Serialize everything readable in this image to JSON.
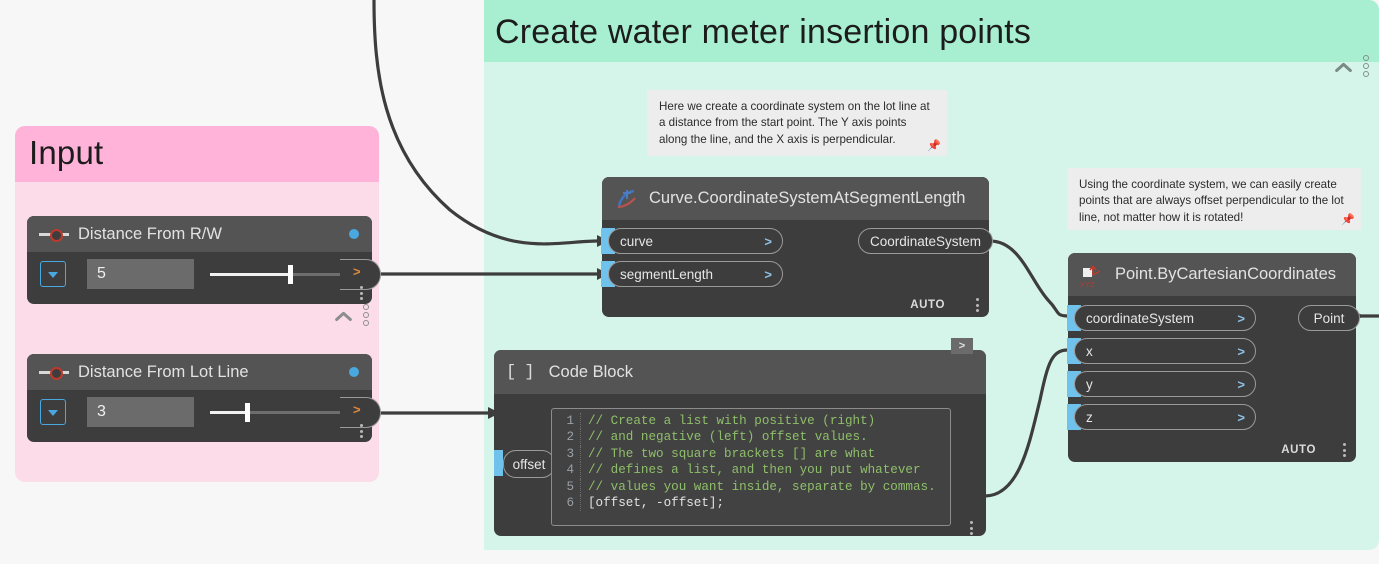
{
  "canvas": {
    "background": "#f7f7f7"
  },
  "groups": {
    "green": {
      "title": "Create water meter insertion points",
      "header_color": "#a8efd2",
      "body_color": "#d6f5ea",
      "collapse_icon": "chevron-up-icon",
      "menu_icon": "more-options-icon"
    },
    "pink": {
      "title": "Input",
      "header_color": "#ffb3d9",
      "body_color": "#fcdce9",
      "collapse_icon": "chevron-up-icon",
      "menu_icon": "more-options-icon"
    }
  },
  "notes": [
    {
      "text": "Here we create a coordinate system on the lot line at a distance from the start point. The Y axis points along the line, and the X axis is perpendicular.",
      "pin_icon": "pushpin-icon"
    },
    {
      "text": "Using the coordinate system, we can easily create points that are always offset perpendicular to the lot line, not matter how it is rotated!",
      "pin_icon": "pushpin-icon"
    }
  ],
  "sliders": [
    {
      "title": "Distance From R/W",
      "icon": "slider-icon",
      "value": "5",
      "handle_pct": 58,
      "dropdown_icon": "chevron-down-icon",
      "output_caret": ">",
      "state_dot_color": "#4aa8e0"
    },
    {
      "title": "Distance From Lot Line",
      "icon": "slider-icon",
      "value": "3",
      "handle_pct": 27,
      "dropdown_icon": "chevron-down-icon",
      "output_caret": ">",
      "state_dot_color": "#4aa8e0"
    }
  ],
  "nodes": {
    "coordsys": {
      "title": "Curve.CoordinateSystemAtSegmentLength",
      "icon": "curve-icon",
      "inputs": [
        {
          "label": "curve",
          "caret": ">"
        },
        {
          "label": "segmentLength",
          "caret": ">"
        }
      ],
      "outputs": [
        {
          "label": "CoordinateSystem"
        }
      ],
      "run_mode": "AUTO",
      "menu_icon": "more-options-icon"
    },
    "codeblock": {
      "title": "Code Block",
      "icon": "code-block-icon",
      "icon_text": "[ ]",
      "input_label": "offset",
      "output_caret": ">",
      "menu_icon": "more-options-icon",
      "lines": [
        {
          "n": "1",
          "text": "// Create a list with positive (right)",
          "kind": "comment"
        },
        {
          "n": "2",
          "text": "// and negative (left) offset values.",
          "kind": "comment"
        },
        {
          "n": "3",
          "text": "// The two square brackets [] are what",
          "kind": "comment"
        },
        {
          "n": "4",
          "text": "// defines a list, and then you put whatever",
          "kind": "comment"
        },
        {
          "n": "5",
          "text": "// values you want inside, separate by commas.",
          "kind": "comment"
        },
        {
          "n": "6",
          "text": "[offset, -offset];",
          "kind": "code"
        }
      ]
    },
    "point": {
      "title": "Point.ByCartesianCoordinates",
      "icon": "xyz-point-icon",
      "icon_label": "XYZ",
      "inputs": [
        {
          "label": "coordinateSystem",
          "caret": ">"
        },
        {
          "label": "x",
          "caret": ">"
        },
        {
          "label": "y",
          "caret": ">"
        },
        {
          "label": "z",
          "caret": ">"
        }
      ],
      "outputs": [
        {
          "label": "Point"
        }
      ],
      "run_mode": "AUTO",
      "menu_icon": "more-options-icon"
    }
  }
}
